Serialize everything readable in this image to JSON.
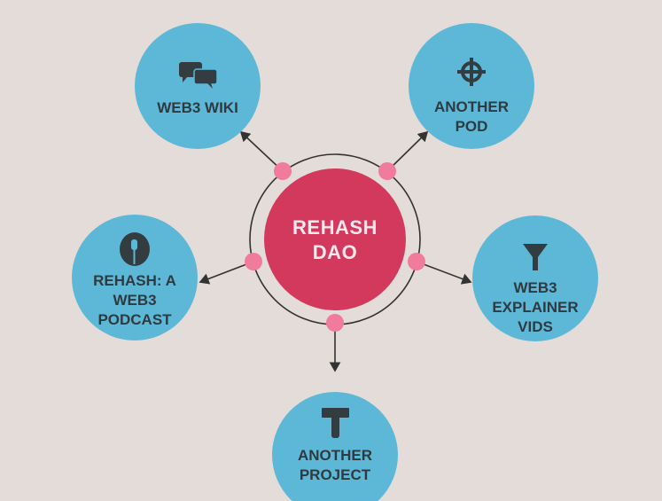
{
  "center": {
    "line1": "REHASH",
    "line2": "DAO"
  },
  "nodes": [
    {
      "id": "web3-wiki",
      "icon": "chat-bubbles-icon",
      "lines": [
        "WEB3 WIKI"
      ]
    },
    {
      "id": "another-pod",
      "icon": "crosshair-icon",
      "lines": [
        "ANOTHER",
        "POD"
      ]
    },
    {
      "id": "rehash-podcast",
      "icon": "microphone-icon",
      "lines": [
        "REHASH: A",
        "WEB3",
        "PODCAST"
      ]
    },
    {
      "id": "web3-explainer-vids",
      "icon": "funnel-icon",
      "lines": [
        "WEB3",
        "EXPLAINER",
        "VIDS"
      ]
    },
    {
      "id": "another-project",
      "icon": "pickaxe-icon",
      "lines": [
        "ANOTHER",
        "PROJECT"
      ]
    }
  ],
  "colors": {
    "background": "#e3dcd8",
    "node": "#5db8d8",
    "hub": "#d3395c",
    "dot": "#f07b9a",
    "text": "#2f3a40"
  }
}
